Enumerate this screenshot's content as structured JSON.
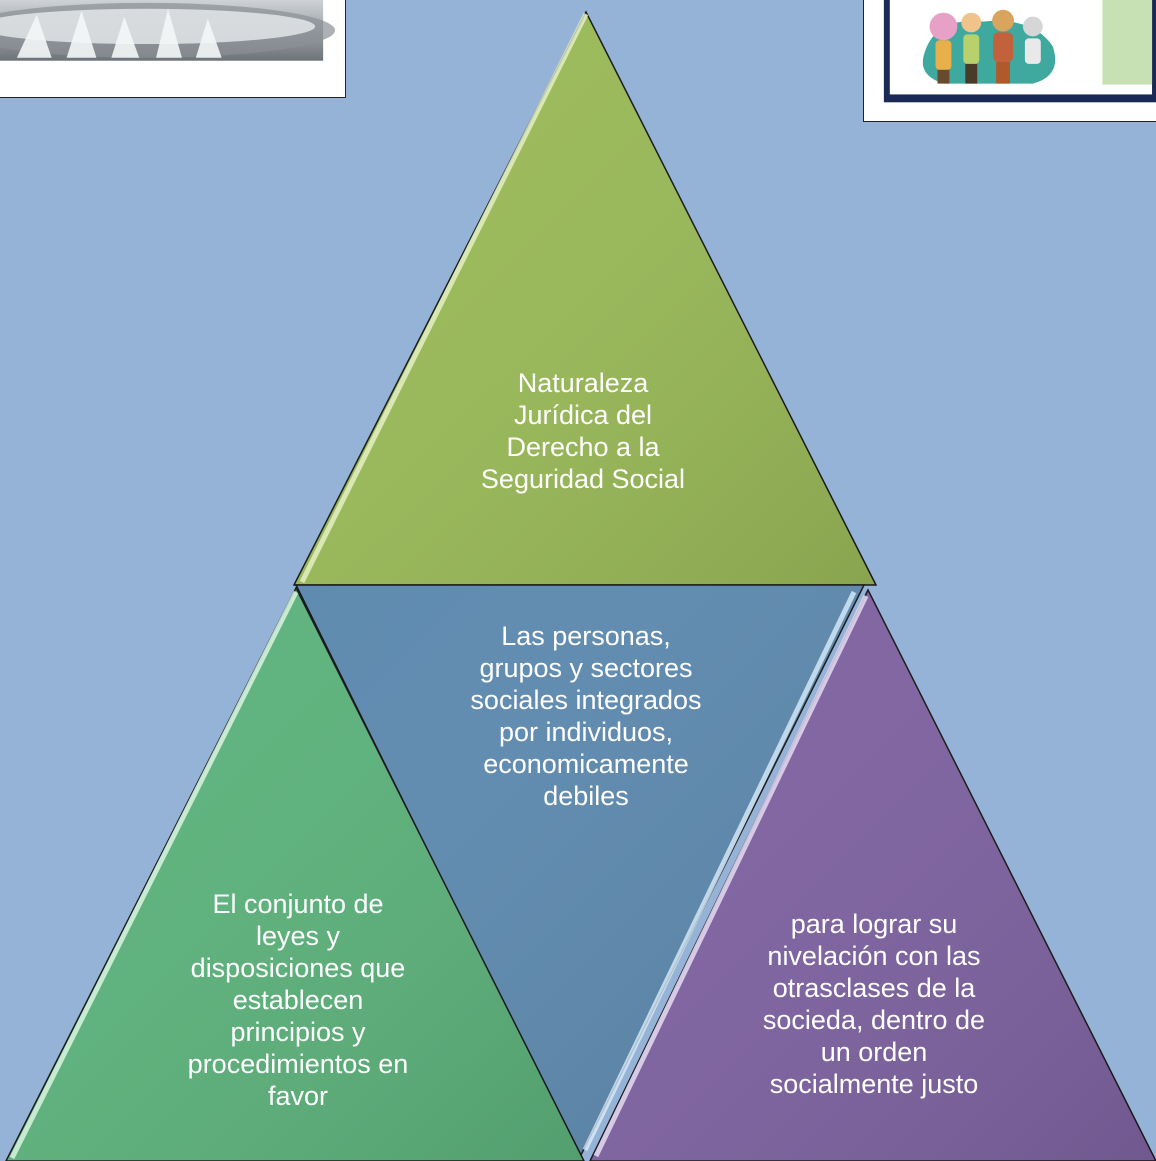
{
  "colors": {
    "background": "#95b3d7",
    "top_triangle": "#9bbb59",
    "middle_triangle": "#5f8bb0",
    "left_triangle": "#5eb47d",
    "right_triangle": "#8064a2",
    "text": "#ffffff"
  },
  "diagram": {
    "top": {
      "text": "Naturaleza\nJurídica del\nDerecho a la\nSeguridad Social"
    },
    "middle": {
      "text": "Las personas,\ngrupos y sectores\nsociales integrados\npor individuos,\neconomicamente\ndebiles"
    },
    "left": {
      "text": "El conjunto de\nleyes y\ndisposiciones que\nestablecen\nprincipios y\nprocedimientos en\nfavor"
    },
    "right": {
      "text": "para lograr su\nnivelación con las\notrasclases de la\nsocieda, dentro de\nun orden\nsocialmente justo"
    }
  }
}
